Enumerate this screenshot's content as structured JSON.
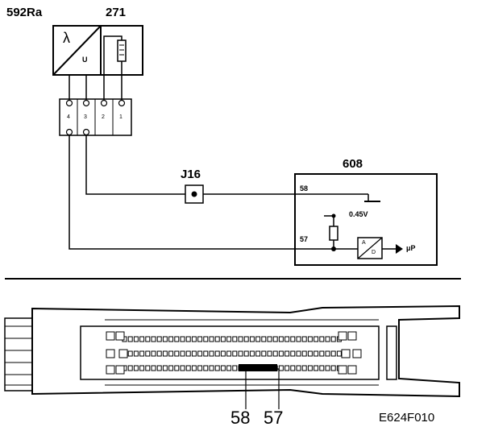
{
  "components": {
    "lambda_sensor": {
      "ref": "592Ra",
      "symbol": "λ",
      "output": "U"
    },
    "heater": {
      "ref": "271"
    },
    "splice": {
      "ref": "J16"
    },
    "control_module": {
      "ref": "608"
    }
  },
  "connector_pins": [
    "4",
    "3",
    "2",
    "1"
  ],
  "module": {
    "pin_ground": "58",
    "pin_signal": "57",
    "bias_voltage": "0.45V",
    "converter_a": "A",
    "converter_d": "D",
    "converter_out": "μP"
  },
  "connector_callouts": [
    "58",
    "57"
  ],
  "figure_id": "E624F010"
}
